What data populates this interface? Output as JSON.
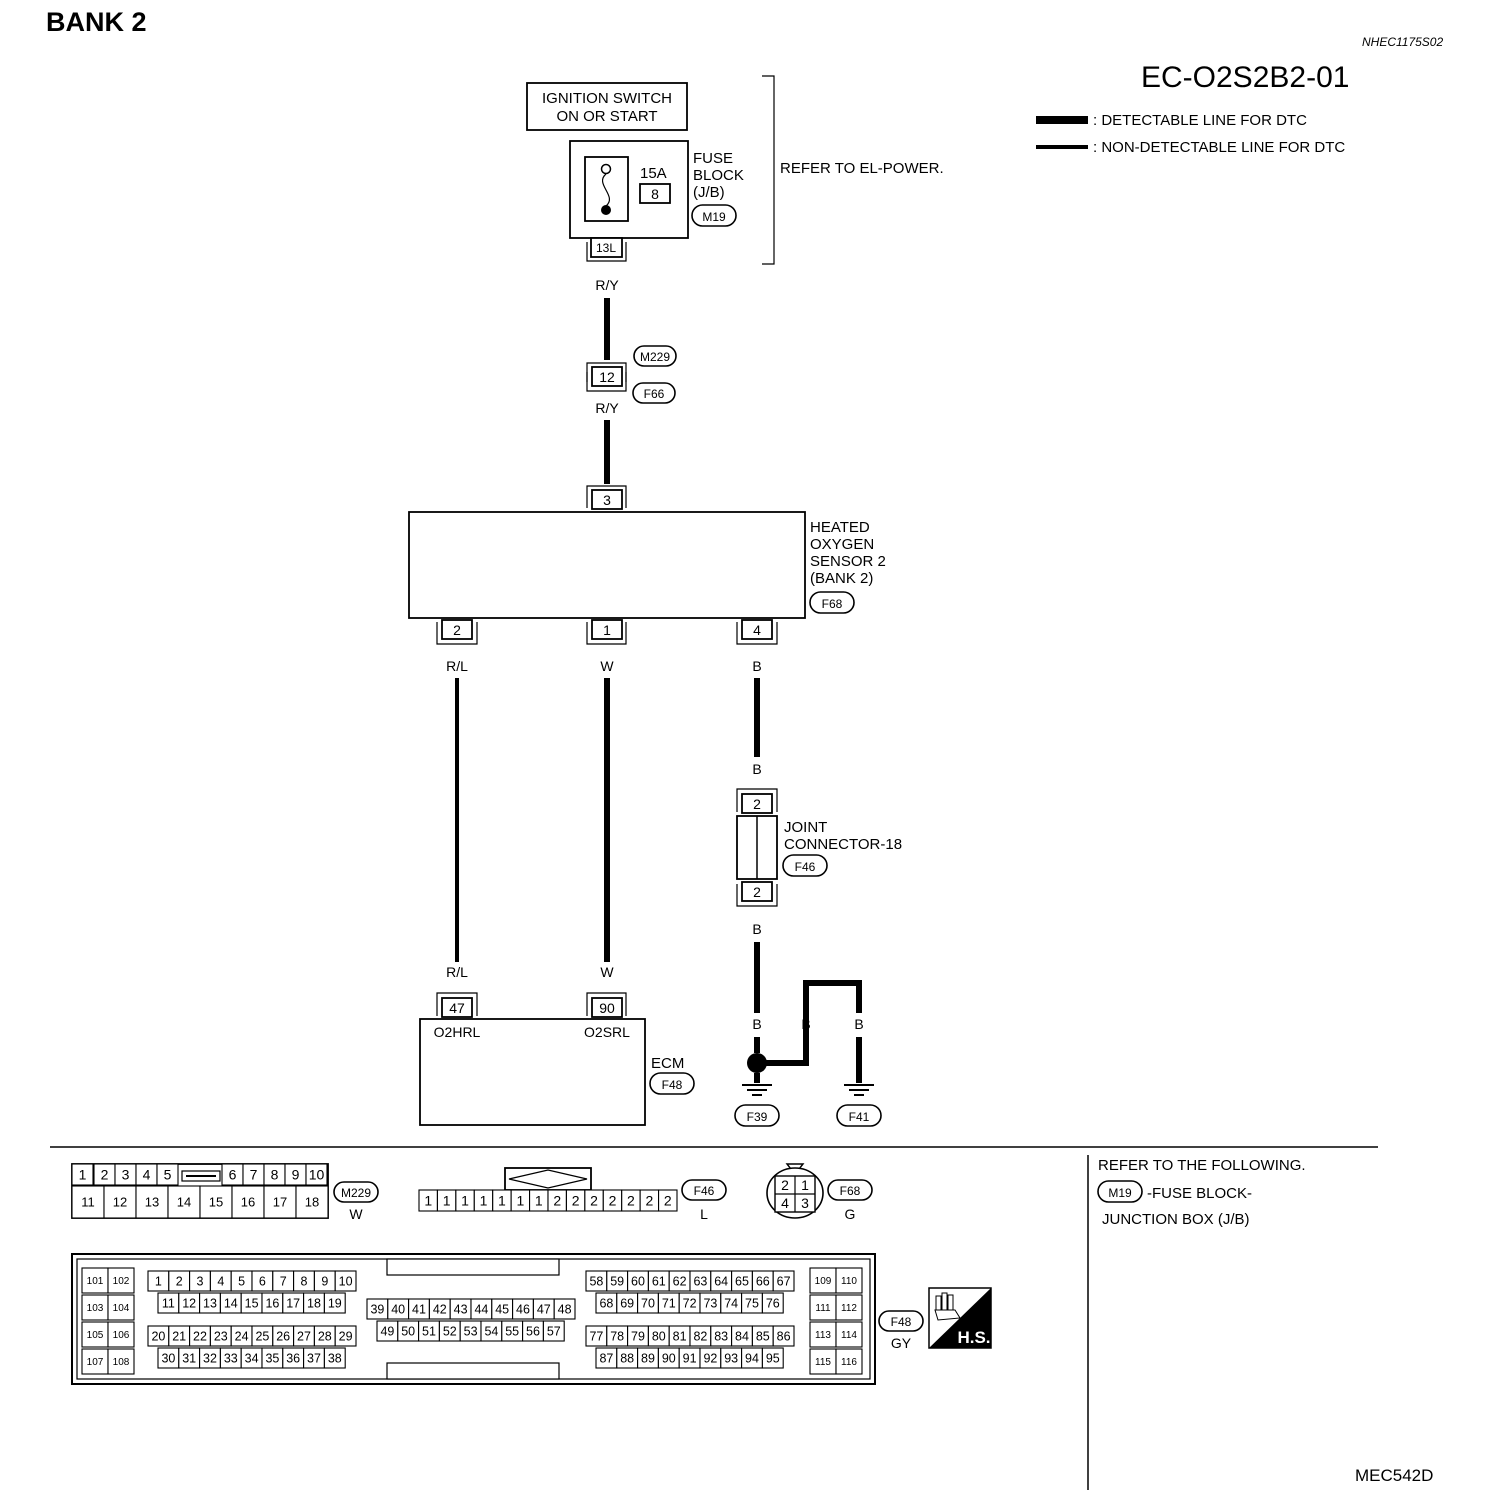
{
  "header": {
    "title": "BANK 2",
    "ref_code": "NHEC1175S02",
    "diagram_code": "EC-O2S2B2-01",
    "figure_code": "MEC542D"
  },
  "legend": {
    "detectable": ": DETECTABLE LINE FOR DTC",
    "non_detectable": ": NON-DETECTABLE LINE FOR DTC"
  },
  "components": {
    "ignition": {
      "line1": "IGNITION SWITCH",
      "line2": "ON OR START"
    },
    "fuse": {
      "line1": "FUSE",
      "line2": "BLOCK",
      "line3": "(J/B)",
      "connector": "M19",
      "rating": "15A",
      "number": "8",
      "terminal": "13L"
    },
    "refer_el_power": "REFER TO EL-POWER.",
    "harness_conn": {
      "upper": "M229",
      "lower": "F66",
      "terminal": "12"
    },
    "sensor": {
      "line1": "HEATED",
      "line2": "OXYGEN",
      "line3": "SENSOR 2",
      "line4": "(BANK 2)",
      "connector": "F68",
      "term_top": "3",
      "term_a": "2",
      "term_b": "1",
      "term_c": "4"
    },
    "joint": {
      "line1": "JOINT",
      "line2": "CONNECTOR-18",
      "connector": "F46",
      "term_top": "2",
      "term_bottom": "2"
    },
    "ecm": {
      "label": "ECM",
      "connector": "F48",
      "term_a": "47",
      "term_b": "90",
      "pin_a": "O2HRL",
      "pin_b": "O2SRL"
    },
    "grounds": {
      "g1": "F39",
      "g2": "F41"
    }
  },
  "wires": {
    "ry_top": "R/Y",
    "ry_bottom": "R/Y",
    "rl_top": "R/L",
    "rl_bottom": "R/L",
    "w_top": "W",
    "w_bottom": "W",
    "b1": "B",
    "b2": "B",
    "b3": "B",
    "b4": "B",
    "b5": "B",
    "b6": "B"
  },
  "connectors": {
    "m229": {
      "id": "M229",
      "color": "W",
      "row1": [
        "1",
        "2",
        "3",
        "4",
        "5",
        "6",
        "7",
        "8",
        "9",
        "10"
      ],
      "row2": [
        "11",
        "12",
        "13",
        "14",
        "15",
        "16",
        "17",
        "18"
      ]
    },
    "f46": {
      "id": "F46",
      "color": "L",
      "pins": [
        "1",
        "1",
        "1",
        "1",
        "1",
        "1",
        "1",
        "2",
        "2",
        "2",
        "2",
        "2",
        "2",
        "2"
      ]
    },
    "f68": {
      "id": "F68",
      "color": "G",
      "pins": [
        "2",
        "1",
        "4",
        "3"
      ]
    },
    "f48": {
      "id": "F48",
      "color": "GY",
      "badge": "H.S."
    }
  },
  "refer": {
    "heading": "REFER TO THE FOLLOWING.",
    "connector": "M19",
    "line1": "-FUSE BLOCK-",
    "line2": "JUNCTION BOX (J/B)"
  }
}
